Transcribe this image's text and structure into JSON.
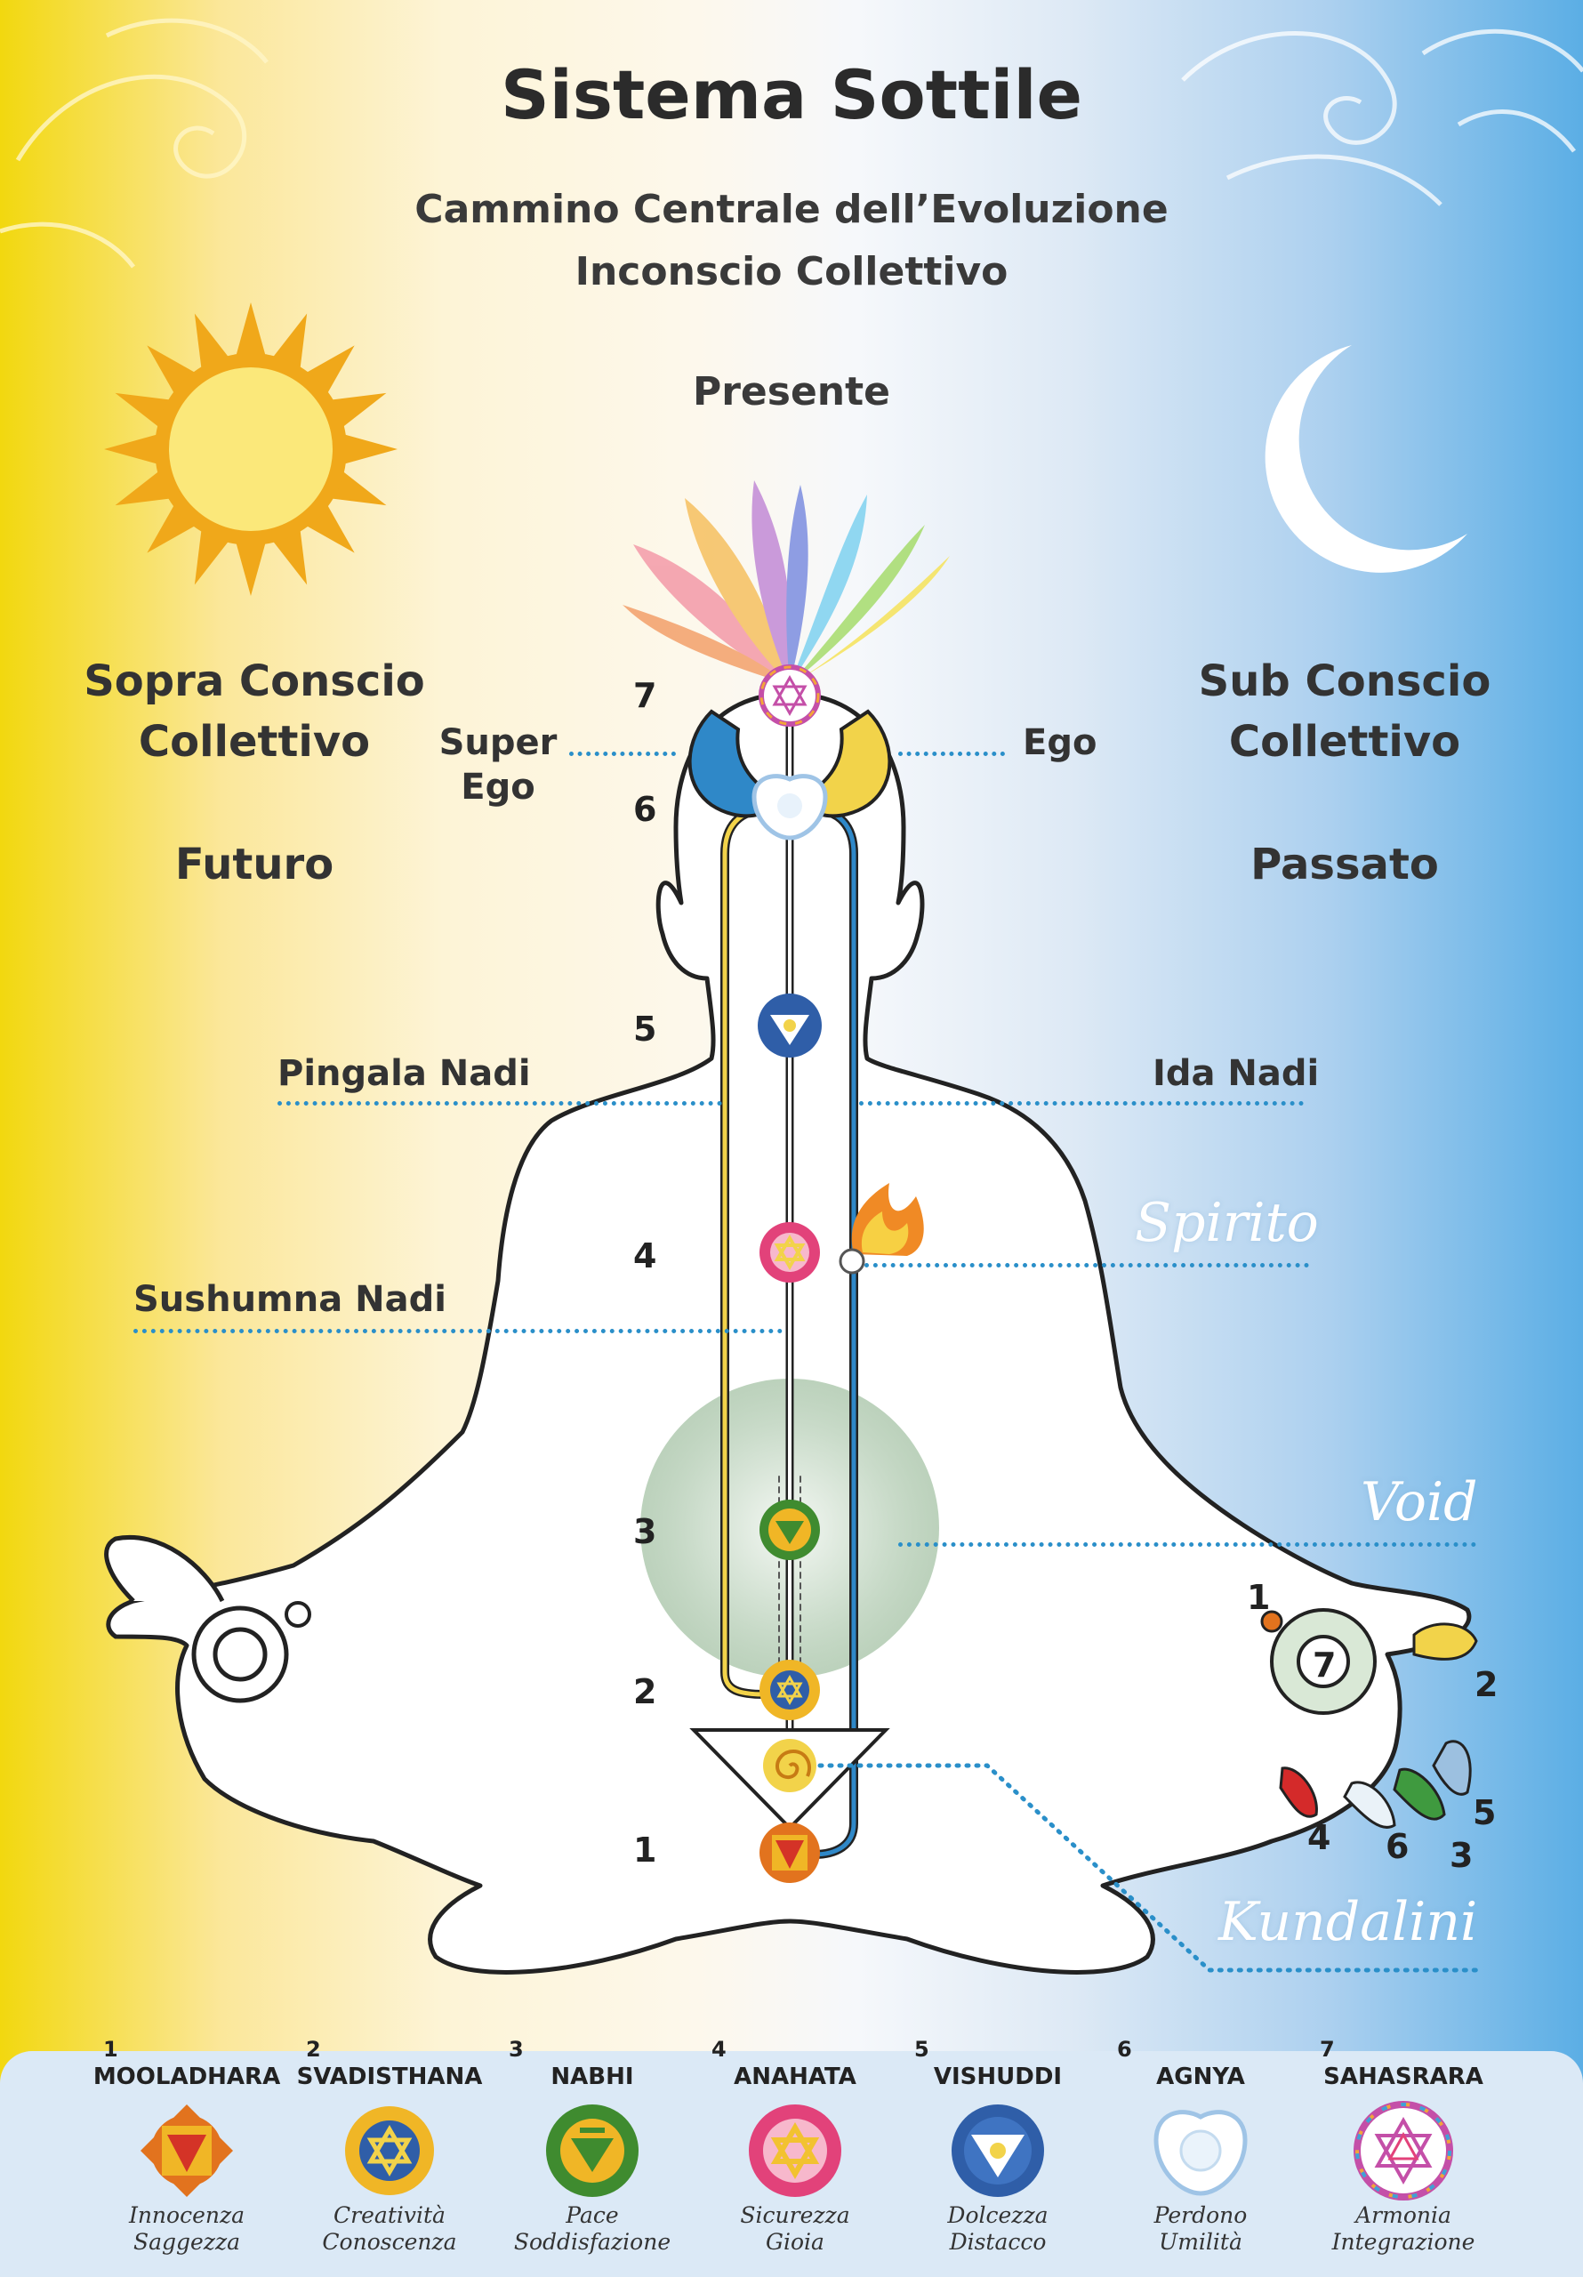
{
  "header": {
    "title": "Sistema Sottile",
    "subtitle_line1": "Cammino Centrale dell’Evoluzione",
    "subtitle_line2": "Inconscio Collettivo",
    "present_label": "Presente"
  },
  "left_side": {
    "heading_line1": "Sopra Conscio",
    "heading_line2": "Collettivo",
    "time_label": "Futuro",
    "icon": "sun-icon"
  },
  "right_side": {
    "heading_line1": "Sub Conscio",
    "heading_line2": "Collettivo",
    "time_label": "Passato",
    "icon": "moon-icon"
  },
  "labels": {
    "super_ego_line1": "Super",
    "super_ego_line2": "Ego",
    "ego": "Ego",
    "pingala": "Pingala Nadi",
    "ida": "Ida Nadi",
    "sushumna": "Sushumna Nadi",
    "spirito": "Spirito",
    "void": "Void",
    "kundalini": "Kundalini"
  },
  "chakra_numbers": [
    "1",
    "2",
    "3",
    "4",
    "5",
    "6",
    "7"
  ],
  "hand_numbers": [
    "1",
    "2",
    "3",
    "4",
    "5",
    "6",
    "7"
  ],
  "colors": {
    "pingala_channel": "#f2d34a",
    "ida_channel": "#2f88c8",
    "leader_line": "#2a8fc9",
    "mooladhara": "#e2731e",
    "svadisthana": "#f0b626",
    "nabhi": "#3f8b2f",
    "anahata": "#e2427a",
    "vishuddhi": "#2f5ea8",
    "agnya": "#ffffff",
    "sahasrara": "#c44fa8"
  },
  "legend": [
    {
      "num": "1",
      "name": "MOOLADHARA",
      "q1": "Innocenza",
      "q2": "Saggezza",
      "icon": "mooladhara-icon"
    },
    {
      "num": "2",
      "name": "SVADISTHANA",
      "q1": "Creatività",
      "q2": "Conoscenza",
      "icon": "svadisthana-icon"
    },
    {
      "num": "3",
      "name": "NABHI",
      "q1": "Pace",
      "q2": "Soddisfazione",
      "icon": "nabhi-icon"
    },
    {
      "num": "4",
      "name": "ANAHATA",
      "q1": "Sicurezza",
      "q2": "Gioia",
      "icon": "anahata-icon"
    },
    {
      "num": "5",
      "name": "VISHUDDI",
      "q1": "Dolcezza",
      "q2": "Distacco",
      "icon": "vishuddi-icon"
    },
    {
      "num": "6",
      "name": "AGNYA",
      "q1": "Perdono",
      "q2": "Umilità",
      "icon": "agnya-icon"
    },
    {
      "num": "7",
      "name": "SAHASRARA",
      "q1": "Armonia",
      "q2": "Integrazione",
      "icon": "sahasrara-icon"
    }
  ]
}
